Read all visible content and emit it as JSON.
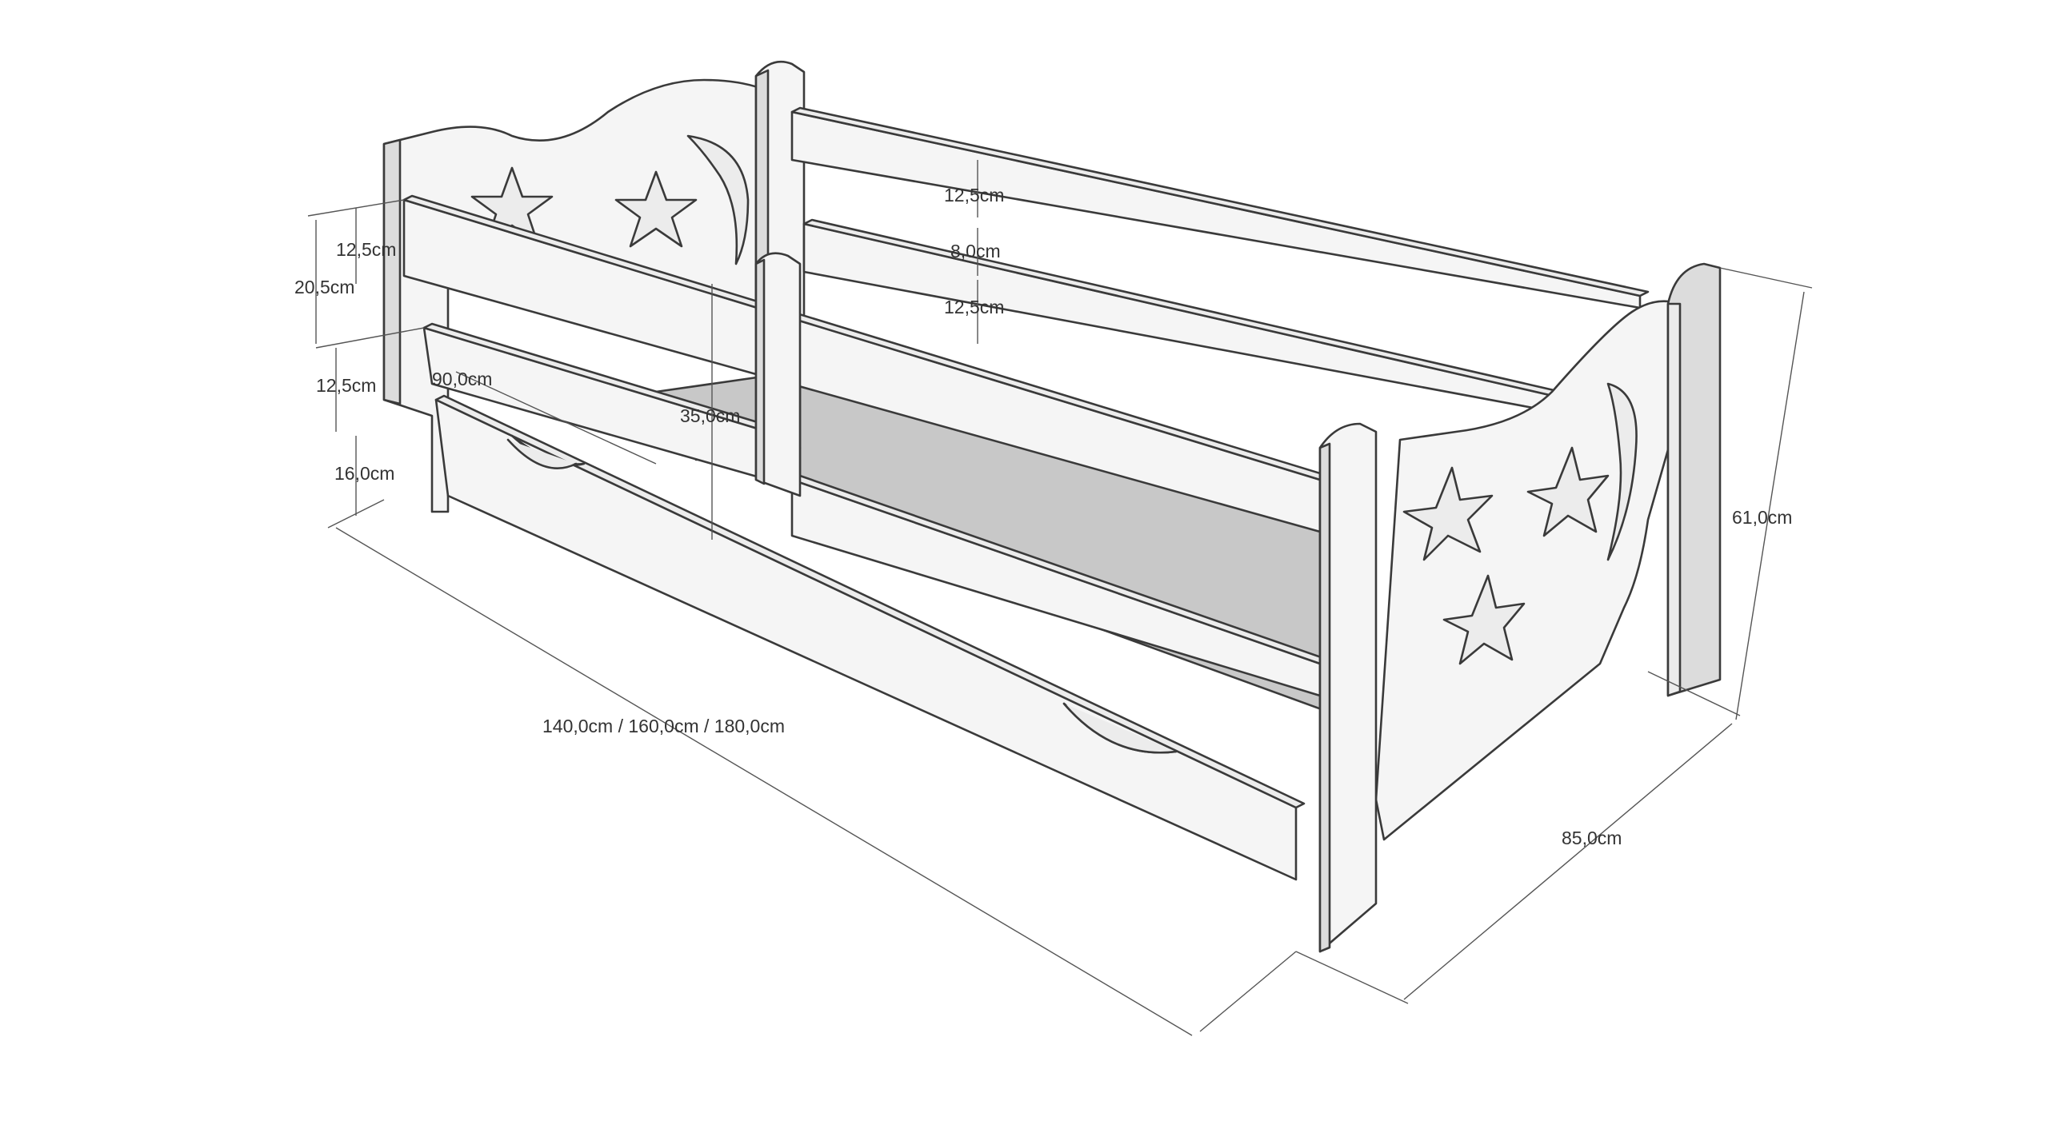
{
  "dimensions": {
    "top_rail_height": "12,5cm",
    "headboard_span": "20,5cm",
    "middle_rail_height": "12,5cm",
    "drawer_height": "16,0cm",
    "gap_opening": "90,0cm",
    "guard_height": "35,0cm",
    "back_rail_top": "12,5cm",
    "back_rail_gap": "8,0cm",
    "back_rail_bottom": "12,5cm",
    "total_height": "61,0cm",
    "length": "140,0cm / 160,0cm / 180,0cm",
    "width": "85,0cm"
  },
  "colors": {
    "line": "#3a3a3a",
    "panel": "#f5f5f5",
    "shadow": "#c8c8c8"
  },
  "icons": [
    "star-icon",
    "moon-icon"
  ]
}
